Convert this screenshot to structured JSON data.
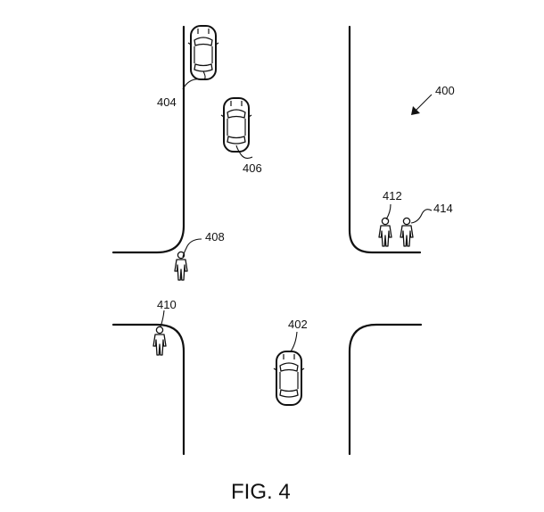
{
  "figure": {
    "caption": "FIG. 4",
    "labels": {
      "intersection": "400",
      "vehicle_main": "402",
      "vehicle_top": "404",
      "vehicle_mid": "406",
      "pedestrian_crossing": "408",
      "pedestrian_corner_sw": "410",
      "pedestrian_left_ne": "412",
      "pedestrian_right_ne": "414"
    },
    "icons": {
      "vehicle": "car-top-view-icon",
      "pedestrian": "pedestrian-icon",
      "pointer": "arrow-icon"
    }
  }
}
